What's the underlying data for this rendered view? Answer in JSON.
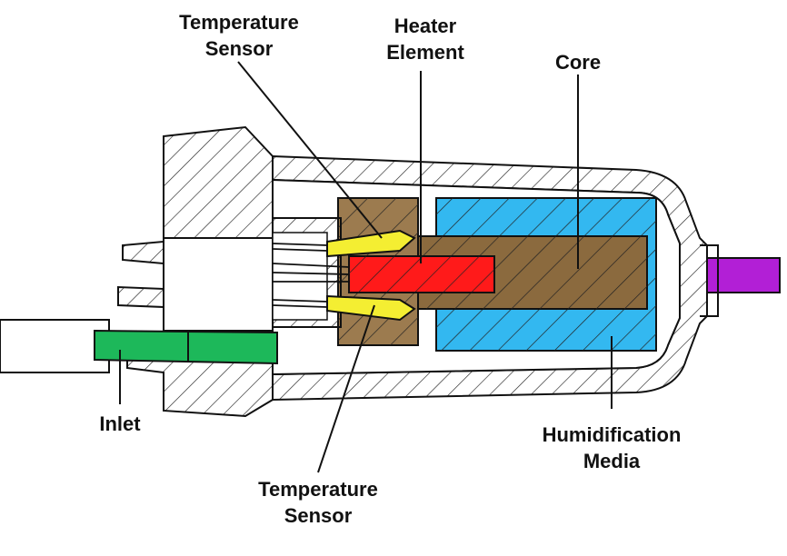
{
  "labels": {
    "temp_sensor_top": [
      "Temperature",
      "Sensor"
    ],
    "heater_element": [
      "Heater",
      "Element"
    ],
    "core": [
      "Core"
    ],
    "inlet": [
      "Inlet"
    ],
    "humidification_media": [
      "Humidification",
      "Media"
    ],
    "temp_sensor_bottom": [
      "Temperature",
      "Sensor"
    ]
  },
  "colors": {
    "inlet": "#1db85a",
    "heater": "#ff1a1a",
    "core": "#8b6a3e",
    "housing_insert": "#9c7b4f",
    "media": "#33b8f0",
    "sensor": "#f4ee32",
    "outlet": "#b21fd6",
    "line": "#111111"
  }
}
